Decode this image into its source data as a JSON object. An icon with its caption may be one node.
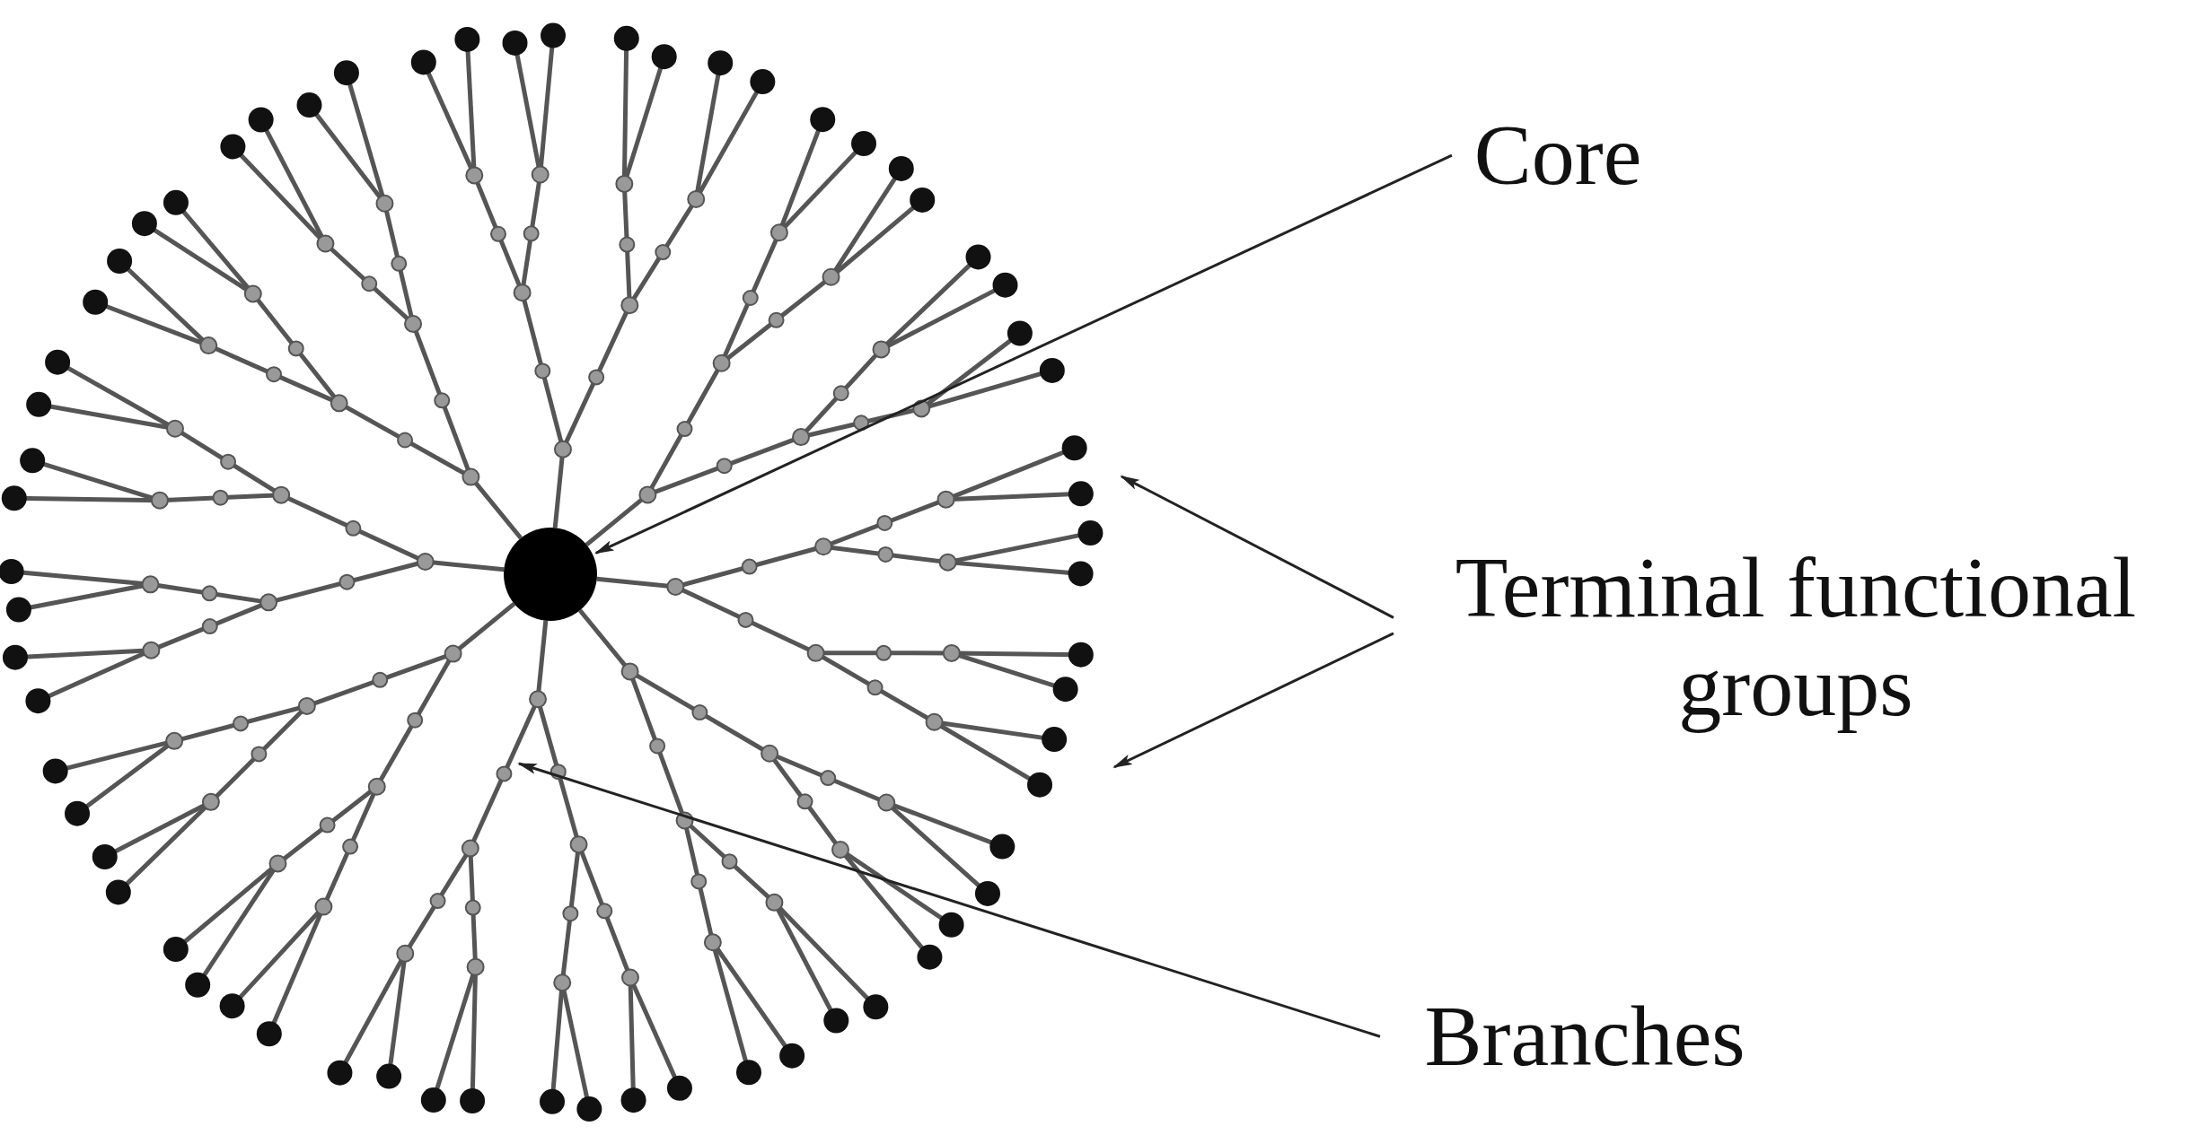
{
  "diagram": {
    "nodes": [
      {
        "text": [
          "Core"
        ]
      },
      {
        "text": [],
        "shape": "circle"
      },
      {
        "text": [
          "Terminal functional groups"
        ]
      },
      {
        "text": [
          "Branches"
        ]
      }
    ],
    "edges": [
      {
        "from": 0,
        "to": 1,
        "arrow": "to"
      },
      {
        "from": 2,
        "to": null,
        "arrow": "to"
      },
      {
        "from": 2,
        "to": null,
        "arrow": "to"
      },
      {
        "from": 3,
        "to": null,
        "arrow": "to"
      }
    ]
  }
}
